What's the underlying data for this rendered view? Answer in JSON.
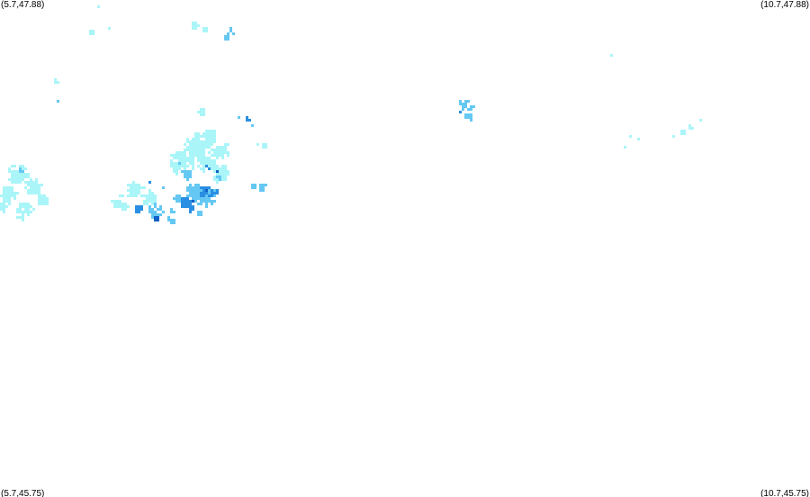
{
  "map": {
    "corners": {
      "nw": "(5.7,47.88)",
      "ne": "(10.7,47.88)",
      "sw": "(5.7,45.75)",
      "se": "(10.7,45.75)"
    },
    "extent": {
      "lon_min": 5.7,
      "lon_max": 10.7,
      "lat_min": 45.75,
      "lat_max": 47.88
    },
    "intensity_colors": {
      "light": "#aaf5f8",
      "medium": "#64c8f2",
      "strong": "#2a8fe2",
      "heavy": "#1060c8"
    },
    "precip_cells": [
      {
        "lon": 5.8,
        "lat": 47.14,
        "level": "light",
        "r": 0.07
      },
      {
        "lon": 5.75,
        "lat": 47.05,
        "level": "light",
        "r": 0.06
      },
      {
        "lon": 5.85,
        "lat": 46.98,
        "level": "light",
        "r": 0.06
      },
      {
        "lon": 5.9,
        "lat": 47.09,
        "level": "light",
        "r": 0.06
      },
      {
        "lon": 5.96,
        "lat": 47.03,
        "level": "light",
        "r": 0.04
      },
      {
        "lon": 5.82,
        "lat": 47.16,
        "level": "medium",
        "r": 0.02
      },
      {
        "lon": 5.7,
        "lat": 47.0,
        "level": "light",
        "r": 0.04
      },
      {
        "lon": 6.05,
        "lat": 47.54,
        "level": "light",
        "r": 0.025
      },
      {
        "lon": 6.05,
        "lat": 47.46,
        "level": "medium",
        "r": 0.006
      },
      {
        "lon": 6.52,
        "lat": 47.08,
        "level": "light",
        "r": 0.06
      },
      {
        "lon": 6.62,
        "lat": 47.04,
        "level": "light",
        "r": 0.05
      },
      {
        "lon": 6.65,
        "lat": 46.98,
        "level": "medium",
        "r": 0.05
      },
      {
        "lon": 6.55,
        "lat": 46.99,
        "level": "strong",
        "r": 0.03
      },
      {
        "lon": 6.66,
        "lat": 46.95,
        "level": "heavy",
        "r": 0.02
      },
      {
        "lon": 6.74,
        "lat": 46.94,
        "level": "medium",
        "r": 0.03
      },
      {
        "lon": 6.62,
        "lat": 47.11,
        "level": "strong",
        "r": 0.012
      },
      {
        "lon": 6.71,
        "lat": 47.08,
        "level": "medium",
        "r": 0.02
      },
      {
        "lon": 6.58,
        "lat": 46.91,
        "level": "medium",
        "r": 0.008
      },
      {
        "lon": 6.82,
        "lat": 47.19,
        "level": "light",
        "r": 0.08
      },
      {
        "lon": 6.9,
        "lat": 47.26,
        "level": "light",
        "r": 0.09
      },
      {
        "lon": 6.98,
        "lat": 47.2,
        "level": "light",
        "r": 0.08
      },
      {
        "lon": 7.0,
        "lat": 47.3,
        "level": "light",
        "r": 0.06
      },
      {
        "lon": 7.05,
        "lat": 47.14,
        "level": "light",
        "r": 0.06
      },
      {
        "lon": 7.06,
        "lat": 47.24,
        "level": "light",
        "r": 0.05
      },
      {
        "lon": 6.93,
        "lat": 47.41,
        "level": "light",
        "r": 0.03
      },
      {
        "lon": 6.84,
        "lat": 47.14,
        "level": "medium",
        "r": 0.04
      },
      {
        "lon": 6.9,
        "lat": 47.06,
        "level": "medium",
        "r": 0.07
      },
      {
        "lon": 6.98,
        "lat": 47.04,
        "level": "medium",
        "r": 0.06
      },
      {
        "lon": 6.84,
        "lat": 47.02,
        "level": "strong",
        "r": 0.04
      },
      {
        "lon": 6.95,
        "lat": 47.07,
        "level": "strong",
        "r": 0.04
      },
      {
        "lon": 7.01,
        "lat": 47.06,
        "level": "strong",
        "r": 0.03
      },
      {
        "lon": 6.88,
        "lat": 46.99,
        "level": "strong",
        "r": 0.03
      },
      {
        "lon": 6.97,
        "lat": 47.17,
        "level": "strong",
        "r": 0.02
      },
      {
        "lon": 7.03,
        "lat": 47.12,
        "level": "medium",
        "r": 0.02
      },
      {
        "lon": 6.78,
        "lat": 47.04,
        "level": "medium",
        "r": 0.03
      },
      {
        "lon": 6.75,
        "lat": 46.99,
        "level": "medium",
        "r": 0.02
      },
      {
        "lon": 6.8,
        "lat": 47.19,
        "level": "medium",
        "r": 0.015
      },
      {
        "lon": 6.92,
        "lat": 46.97,
        "level": "medium",
        "r": 0.02
      },
      {
        "lon": 6.97,
        "lat": 47.07,
        "level": "heavy",
        "r": 0.012
      },
      {
        "lon": 6.88,
        "lat": 47.03,
        "level": "heavy",
        "r": 0.01
      },
      {
        "lon": 6.99,
        "lat": 47.17,
        "level": "heavy",
        "r": 0.008
      },
      {
        "lon": 7.03,
        "lat": 47.15,
        "level": "heavy",
        "r": 0.006
      },
      {
        "lon": 6.4,
        "lat": 47.02,
        "level": "light",
        "r": 0.04
      },
      {
        "lon": 6.46,
        "lat": 47.0,
        "level": "light",
        "r": 0.035
      },
      {
        "lon": 6.44,
        "lat": 47.04,
        "level": "light",
        "r": 0.02
      },
      {
        "lon": 6.26,
        "lat": 47.75,
        "level": "light",
        "r": 0.02
      },
      {
        "lon": 6.36,
        "lat": 47.77,
        "level": "light",
        "r": 0.015
      },
      {
        "lon": 6.3,
        "lat": 47.86,
        "level": "light",
        "r": 0.006
      },
      {
        "lon": 6.9,
        "lat": 47.78,
        "level": "light",
        "r": 0.03
      },
      {
        "lon": 6.96,
        "lat": 47.76,
        "level": "light",
        "r": 0.02
      },
      {
        "lon": 7.12,
        "lat": 47.75,
        "level": "medium",
        "r": 0.03
      },
      {
        "lon": 7.1,
        "lat": 47.72,
        "level": "medium",
        "r": 0.025
      },
      {
        "lon": 7.17,
        "lat": 47.38,
        "level": "medium",
        "r": 0.015
      },
      {
        "lon": 7.22,
        "lat": 47.38,
        "level": "strong",
        "r": 0.02
      },
      {
        "lon": 7.24,
        "lat": 47.35,
        "level": "medium",
        "r": 0.015
      },
      {
        "lon": 7.31,
        "lat": 47.08,
        "level": "medium",
        "r": 0.03
      },
      {
        "lon": 7.26,
        "lat": 47.09,
        "level": "medium",
        "r": 0.02
      },
      {
        "lon": 7.33,
        "lat": 47.26,
        "level": "light",
        "r": 0.025
      },
      {
        "lon": 7.28,
        "lat": 47.27,
        "level": "light",
        "r": 0.015
      },
      {
        "lon": 8.56,
        "lat": 47.44,
        "level": "medium",
        "r": 0.04
      },
      {
        "lon": 8.58,
        "lat": 47.38,
        "level": "medium",
        "r": 0.03
      },
      {
        "lon": 8.53,
        "lat": 47.41,
        "level": "strong",
        "r": 0.015
      },
      {
        "lon": 8.61,
        "lat": 47.43,
        "level": "medium",
        "r": 0.02
      },
      {
        "lon": 9.47,
        "lat": 47.65,
        "level": "light",
        "r": 0.012
      },
      {
        "lon": 9.58,
        "lat": 47.3,
        "level": "light",
        "r": 0.015
      },
      {
        "lon": 9.55,
        "lat": 47.26,
        "level": "light",
        "r": 0.01
      },
      {
        "lon": 9.63,
        "lat": 47.29,
        "level": "light",
        "r": 0.01
      },
      {
        "lon": 9.84,
        "lat": 47.3,
        "level": "light",
        "r": 0.015
      },
      {
        "lon": 9.9,
        "lat": 47.32,
        "level": "light",
        "r": 0.02
      },
      {
        "lon": 9.96,
        "lat": 47.35,
        "level": "light",
        "r": 0.02
      },
      {
        "lon": 10.01,
        "lat": 47.37,
        "level": "light",
        "r": 0.015
      }
    ]
  }
}
